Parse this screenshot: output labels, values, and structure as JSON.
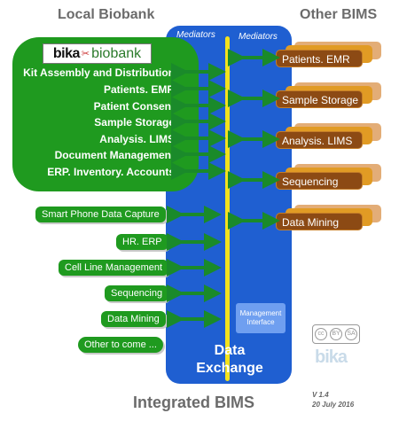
{
  "headers": {
    "local": "Local Biobank",
    "other": "Other BIMS",
    "footer": "Integrated BIMS"
  },
  "logo": {
    "left": "bika",
    "right": "biobank"
  },
  "mediators": {
    "left": "Mediators",
    "right": "Mediators"
  },
  "exchange": {
    "line1": "Data",
    "line2": "Exchange"
  },
  "management": {
    "line1": "Management",
    "line2": "Interface"
  },
  "local_items": [
    "Kit Assembly and Distribution",
    "Patients. EMR",
    "Patient Consent",
    "Sample Storage",
    "Analysis. LIMS",
    "Document Management",
    "ERP. Inventory. Accounts"
  ],
  "external_items": [
    "Smart Phone Data Capture",
    "HR. ERP",
    "Cell Line Management",
    "Sequencing",
    "Data Mining",
    "Other to come ..."
  ],
  "other_items": [
    "Patients. EMR",
    "Sample Storage",
    "Analysis. LIMS",
    "Sequencing",
    "Data Mining"
  ],
  "version": {
    "number": "V 1.4",
    "date": "20 July 2016"
  },
  "cc": {
    "by": "BY",
    "sa": "SA"
  },
  "watermark": "bika",
  "colors": {
    "exchange": "#1f5fd1",
    "spine": "#f3e21d",
    "local": "#1f9a1f",
    "other_front": "#8c4a14",
    "other_mid": "#e19b24",
    "other_back": "#e3ad77"
  }
}
